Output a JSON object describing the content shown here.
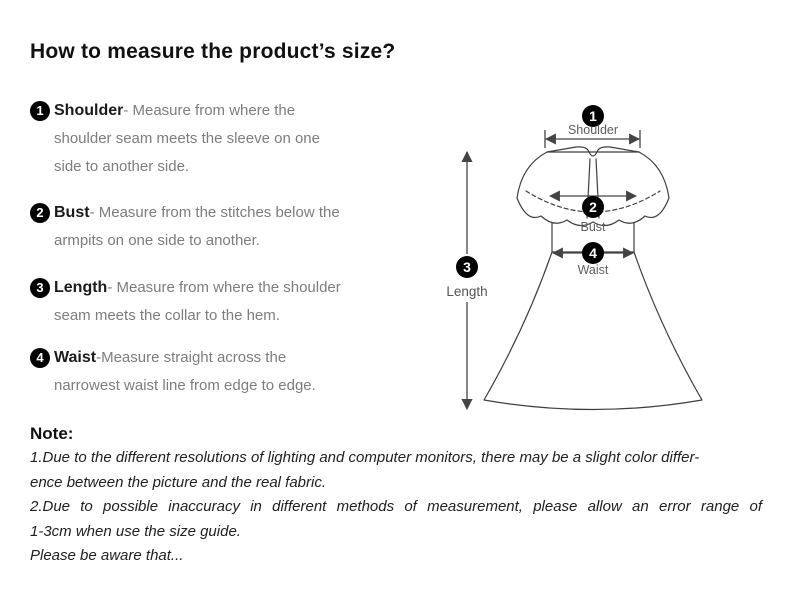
{
  "title": "How to measure the product’s size?",
  "instructions": [
    {
      "num": "1",
      "term": "Shoulder",
      "first": "- Measure from where the",
      "rest": [
        "shoulder seam meets the sleeve on one",
        "side to another side."
      ]
    },
    {
      "num": "2",
      "term": "Bust",
      "first": "- Measure from the stitches below the",
      "rest": [
        "armpits on one side to another."
      ]
    },
    {
      "num": "3",
      "term": "Length",
      "first": "- Measure from where the shoulder",
      "rest": [
        "seam meets the collar to the hem."
      ]
    },
    {
      "num": "4",
      "term": "Waist",
      "first": "-Measure straight across the",
      "rest": [
        "narrowest waist line from edge to edge."
      ]
    }
  ],
  "diagram": {
    "markers": {
      "shoulder": {
        "num": "1",
        "label": "Shoulder"
      },
      "bust": {
        "num": "2",
        "label": "Bust"
      },
      "length": {
        "num": "3",
        "label": "Length"
      },
      "waist": {
        "num": "4",
        "label": "Waist"
      }
    }
  },
  "note": {
    "heading": "Note:",
    "lines": [
      "1.Due to the different resolutions of lighting and computer monitors, there may be a slight color differ-",
      "ence between the picture and the real fabric.",
      "2.Due to possible inaccuracy in different methods of measurement, please allow an error range of",
      "1-3cm when use the size guide.",
      "Please be aware that..."
    ]
  },
  "colors": {
    "badge": "#000000",
    "term_text": "#1b1b1b",
    "desc_text": "#7d7d7d",
    "note_text": "#1f1f1f",
    "line_art": "#3f3f3f"
  }
}
